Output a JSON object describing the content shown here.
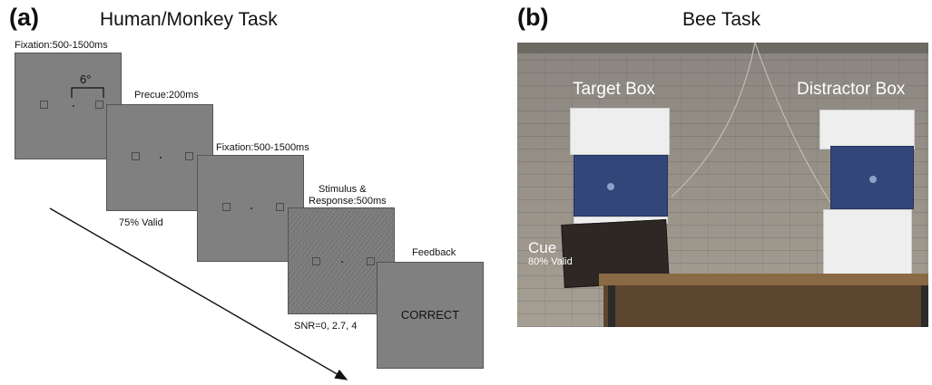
{
  "panel_a": {
    "letter": "(a)",
    "title": "Human/Monkey Task",
    "screens": {
      "fixation1": "Fixation:500-1500ms",
      "angle": "6°",
      "precue": "Precue:200ms",
      "valid": "75% Valid",
      "fixation2": "Fixation:500-1500ms",
      "stimulus_line1": "Stimulus &",
      "stimulus_line2": "Response:500ms",
      "snr": "SNR=0, 2.7, 4",
      "feedback": "Feedback",
      "correct": "CORRECT"
    }
  },
  "panel_b": {
    "letter": "(b)",
    "title": "Bee Task",
    "target_box": "Target Box",
    "distractor_box": "Distractor Box",
    "cue": "Cue",
    "cue_valid": "80% Valid"
  }
}
